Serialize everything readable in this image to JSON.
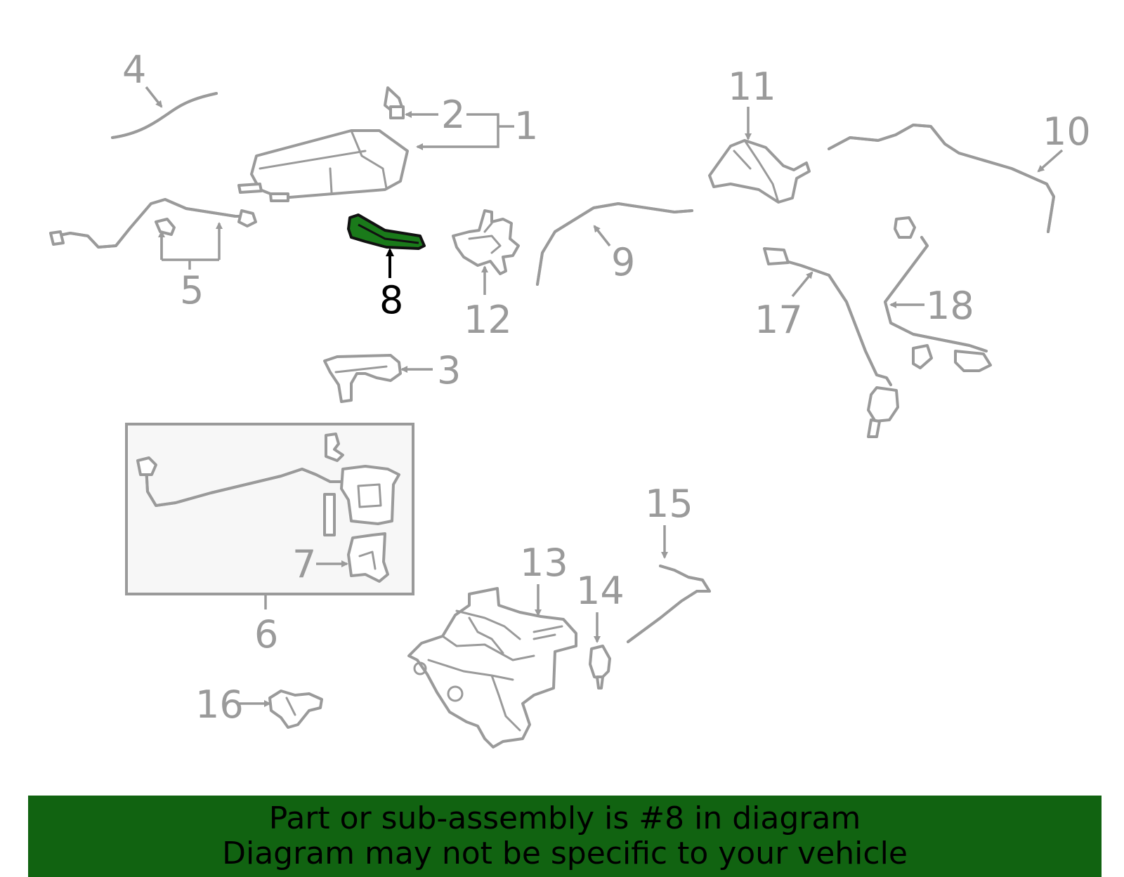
{
  "colors": {
    "part_outline": "#9a9a9a",
    "highlight_fill": "#1a7a1a",
    "banner_background": "#116311",
    "banner_text": "#000000"
  },
  "highlighted_part": "8",
  "callouts": {
    "c1": "1",
    "c2": "2",
    "c3": "3",
    "c4": "4",
    "c5": "5",
    "c6": "6",
    "c7": "7",
    "c8": "8",
    "c9": "9",
    "c10": "10",
    "c11": "11",
    "c12": "12",
    "c13": "13",
    "c14": "14",
    "c15": "15",
    "c16": "16",
    "c17": "17",
    "c18": "18"
  },
  "banner": {
    "line1": "Part or sub-assembly is #8 in diagram",
    "line2": "Diagram may not be specific to your vehicle"
  }
}
